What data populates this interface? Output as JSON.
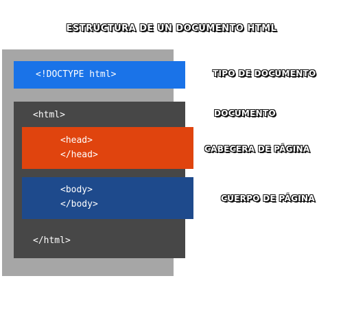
{
  "title": "Estructura de un documento html",
  "blocks": {
    "doctype": {
      "code": "<!DOCTYPE html>",
      "color": "#1a73e8"
    },
    "html": {
      "open": "<html>",
      "close": "</html>",
      "color": "#474747"
    },
    "head": {
      "open": "<head>",
      "close": "</head>",
      "color": "#e0440e"
    },
    "body": {
      "open": "<body>",
      "close": "</body>",
      "color": "#1e4a8c"
    }
  },
  "labels": {
    "doctype": "tipo de documento",
    "html": "documento",
    "head": "cabecera de página",
    "body": "cuerpo de página"
  }
}
